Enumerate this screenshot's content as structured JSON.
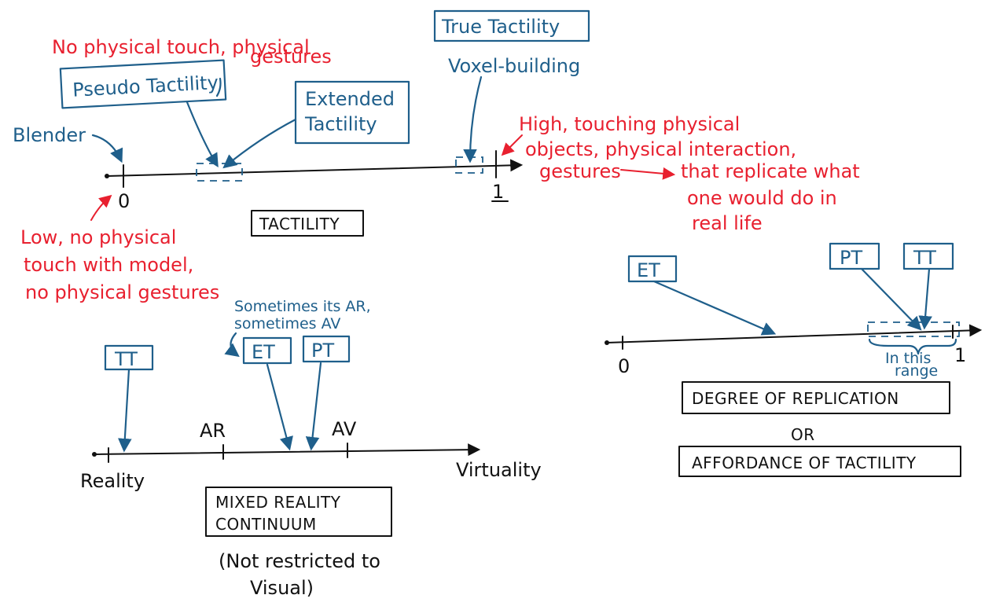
{
  "tactility_scale": {
    "red_top_note": [
      "No physical touch, physical",
      "gestures"
    ],
    "box_pseudo": "Pseudo Tactility",
    "box_extended": [
      "Extended",
      "Tactility"
    ],
    "box_true": "True Tactility",
    "voxel_label": "Voxel-building",
    "blender_label": "Blender",
    "tick_zero": "0",
    "tick_one": "1",
    "title": "TACTILITY",
    "low_note": [
      "Low, no physical",
      "touch with model,",
      "no physical gestures"
    ],
    "high_note": [
      "High, touching physical",
      "objects, physical interaction,",
      "gestures"
    ],
    "replicate_note": [
      "that replicate what",
      "one would do in",
      "real life"
    ]
  },
  "mixed_reality": {
    "note": [
      "Sometimes its AR,",
      "sometimes AV"
    ],
    "box_tt": "TT",
    "box_et": "ET",
    "box_pt": "PT",
    "label_ar": "AR",
    "label_av": "AV",
    "label_reality": "Reality",
    "label_virtuality": "Virtuality",
    "title": [
      "MIXED REALITY",
      "CONTINUUM"
    ],
    "subnote": [
      "(Not restricted to",
      "Visual)"
    ]
  },
  "replication_scale": {
    "box_et": "ET",
    "box_pt": "PT",
    "box_tt": "TT",
    "tick_zero": "0",
    "tick_one": "1",
    "range_note": [
      "In this",
      "range"
    ],
    "title_1": "DEGREE OF REPLICATION",
    "or_label": "OR",
    "title_2": "AFFORDANCE OF TACTILITY"
  }
}
